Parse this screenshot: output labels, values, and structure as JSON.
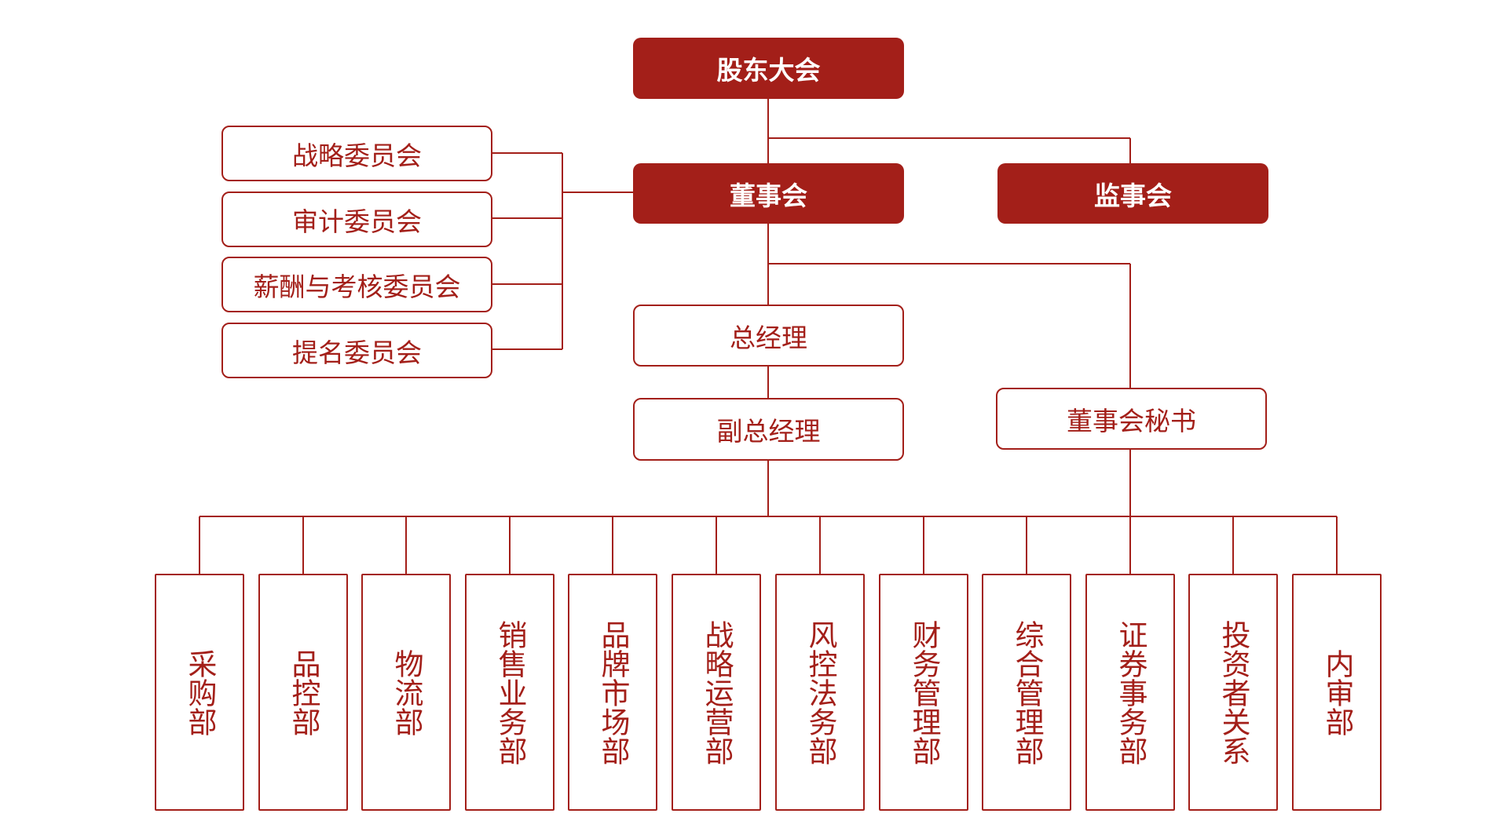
{
  "colors": {
    "accent": "#a31f19",
    "background": "#ffffff"
  },
  "top": {
    "shareholders": "股东大会",
    "board": "董事会",
    "supervisors": "监事会"
  },
  "committees": [
    "战略委员会",
    "审计委员会",
    "薪酬与考核委员会",
    "提名委员会"
  ],
  "management": {
    "gm": "总经理",
    "deputy_gm": "副总经理",
    "board_secretary": "董事会秘书"
  },
  "departments": [
    "采购部",
    "品控部",
    "物流部",
    "销售业务部",
    "品牌市场部",
    "战略运营部",
    "风控法务部",
    "财务管理部",
    "综合管理部",
    "证券事务部",
    "投资者关系",
    "内审部"
  ]
}
